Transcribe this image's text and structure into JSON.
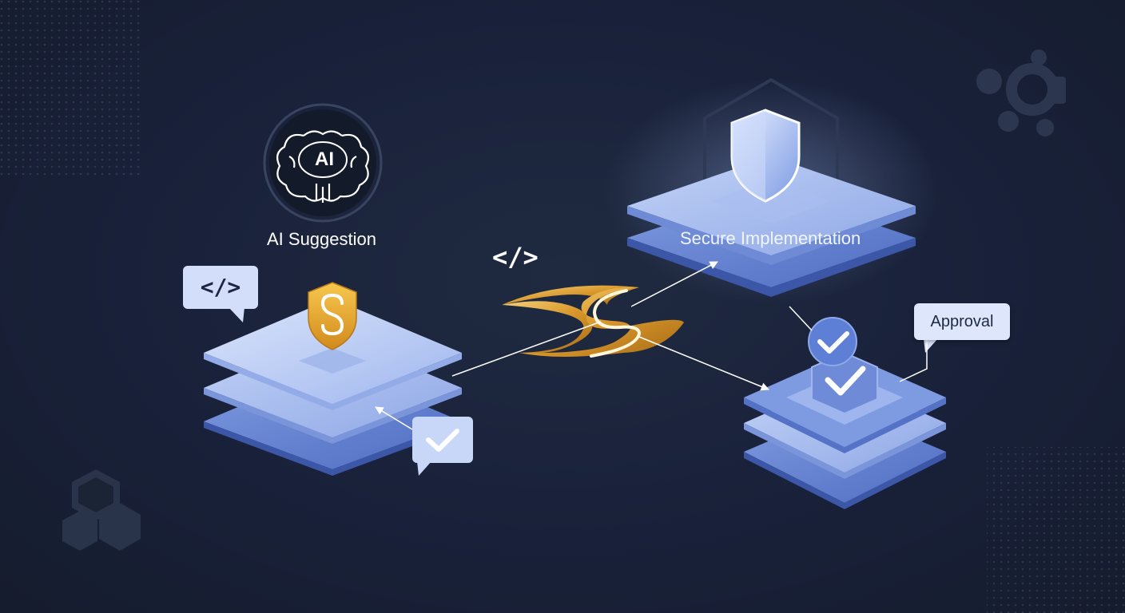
{
  "labels": {
    "ai_badge": "AI",
    "ai_suggestion": "AI Suggestion",
    "secure_implementation": "Secure Implementation",
    "approval": "Approval",
    "code_tag_left": "</>",
    "code_tag_center": "</>",
    "shield_letter": "S"
  },
  "icons": [
    "brain-icon",
    "shield-s-icon",
    "shield-icon",
    "check-icon",
    "swoosh-s-logo",
    "code-icon",
    "hexagon-network-icon",
    "gear-cluster-icon"
  ],
  "colors": {
    "background": "#1a2235",
    "platform_light": "#b9cbf3",
    "platform_mid": "#8ca6e6",
    "platform_dark": "#5b78c9",
    "gold": "#e2a93a",
    "text": "#ffffff"
  }
}
